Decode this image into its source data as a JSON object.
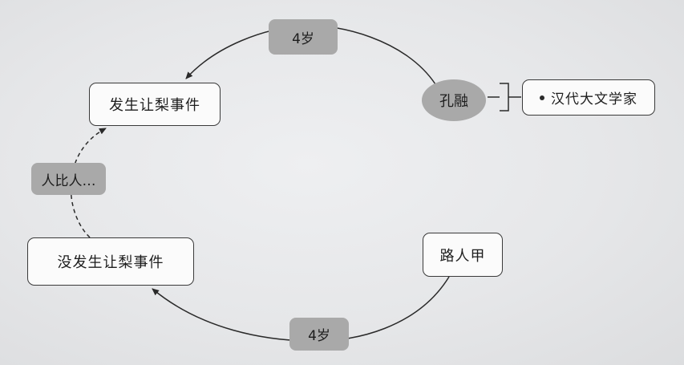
{
  "nodes": {
    "event_occurred": "发生让梨事件",
    "event_not_occurred": "没发生让梨事件",
    "kong_rong": "孔融",
    "passerby": "路人甲",
    "kong_rong_note": "汉代大文学家"
  },
  "edge_labels": {
    "top_age": "4岁",
    "bottom_age": "4岁",
    "comparison": "人比人…"
  }
}
